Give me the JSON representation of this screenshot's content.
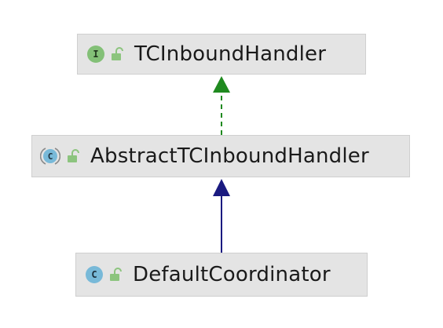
{
  "diagram": {
    "nodes": [
      {
        "id": "tcinbound",
        "kind_icon": "interface-icon",
        "kind_letter": "I",
        "access_icon": "public-lock-icon",
        "label": "TCInboundHandler"
      },
      {
        "id": "abstract",
        "kind_icon": "abstract-class-icon",
        "kind_letter": "C",
        "access_icon": "public-lock-icon",
        "label": "AbstractTCInboundHandler"
      },
      {
        "id": "default",
        "kind_icon": "class-icon",
        "kind_letter": "C",
        "access_icon": "public-lock-icon",
        "label": "DefaultCoordinator"
      }
    ],
    "edges": [
      {
        "from": "abstract",
        "to": "tcinbound",
        "type": "implements",
        "style": "dashed",
        "color": "#1f8a1f"
      },
      {
        "from": "default",
        "to": "abstract",
        "type": "extends",
        "style": "solid",
        "color": "#1a1a80"
      }
    ]
  }
}
